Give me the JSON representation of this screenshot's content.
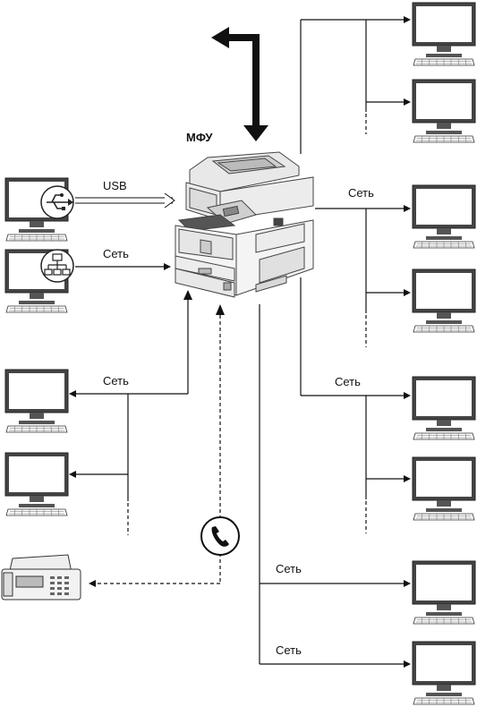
{
  "labels": {
    "mfp": "МФУ",
    "usb": "USB",
    "net_left": "Сеть",
    "net_left_lower": "Сеть",
    "net_right_upper": "Сеть",
    "net_right_middle": "Сеть",
    "net_bottom_1": "Сеть",
    "net_bottom_2": "Сеть"
  },
  "icons": {
    "usb": "usb-icon",
    "network": "network-icon",
    "phone": "telephone-icon",
    "fax": "fax-machine-icon",
    "computer": "computer-monitor-icon",
    "printer": "multifunction-printer-icon"
  }
}
